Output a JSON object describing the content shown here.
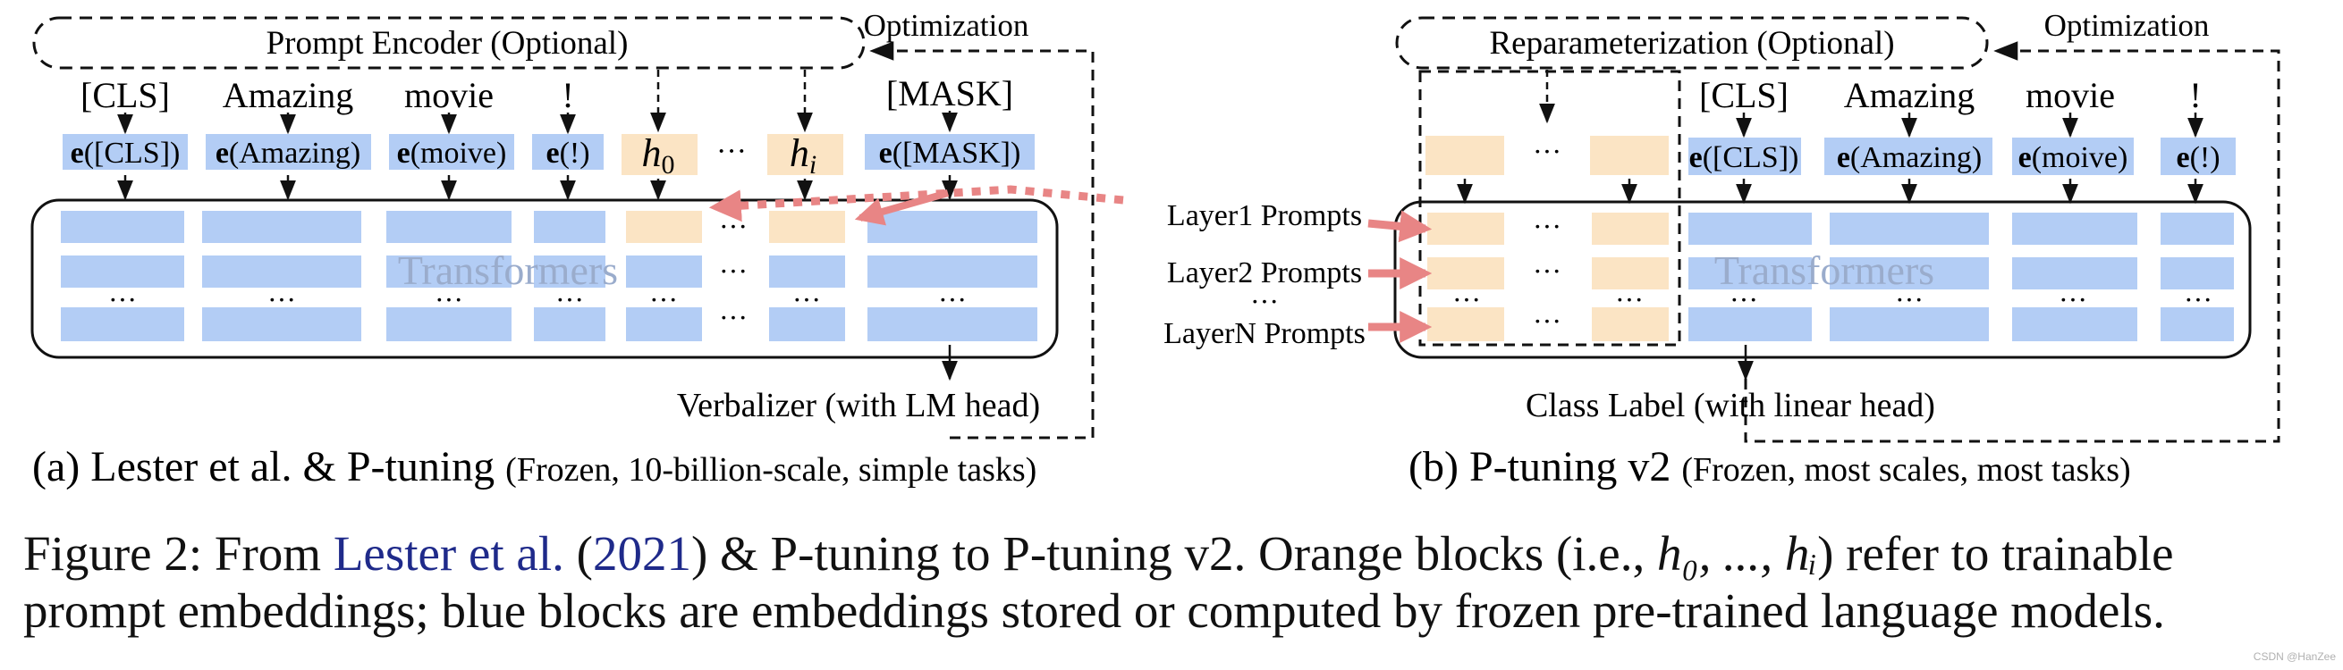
{
  "colors": {
    "blue_block": "#b3cdf5",
    "orange_block": "#fbe4c4",
    "arrow_red": "#e88585",
    "transformers_text": "#9aaccc",
    "link_blue": "#1f2a8a"
  },
  "panel_a": {
    "encoder_label": "Prompt Encoder (Optional)",
    "optimization": "Optimization",
    "tokens": [
      "[CLS]",
      "Amazing",
      "movie",
      "!",
      "[MASK]"
    ],
    "embeddings": [
      "([CLS])",
      "(Amazing)",
      "(moive)",
      "(!)",
      "([MASK])"
    ],
    "embedding_prefix": "e",
    "prompt_h0": "h",
    "prompt_h0_sub": "0",
    "prompt_hi": "h",
    "prompt_hi_sub": "i",
    "ellipsis": "···",
    "transformers": "Transformers",
    "verbalizer": "Verbalizer (with LM head)",
    "title": "(a) Lester et al. & P-tuning",
    "title_note": "(Frozen, 10-billion-scale, simple tasks)"
  },
  "panel_b": {
    "reparam_label": "Reparameterization (Optional)",
    "optimization": "Optimization",
    "tokens": [
      "[CLS]",
      "Amazing",
      "movie",
      "!"
    ],
    "embeddings": [
      "([CLS])",
      "(Amazing)",
      "(moive)",
      "(!)"
    ],
    "embedding_prefix": "e",
    "layer_labels": [
      "Layer1 Prompts",
      "Layer2 Prompts",
      "LayerN Prompts"
    ],
    "layer_dots": "···",
    "transformers": "Transformers",
    "class_label": "Class Label (with linear head)",
    "title": "(b) P-tuning v2",
    "title_note": "(Frozen, most scales, most tasks)"
  },
  "caption": {
    "line1_a": "Figure 2: From ",
    "line1_link1": "Lester et al.",
    "line1_b": " (",
    "line1_link2": "2021",
    "line1_c": ") & P-tuning to P-tuning v2. Orange blocks (i.e., ",
    "line1_math": "h₀, ..., hᵢ",
    "line1_d": ") refer to trainable",
    "line2": "prompt embeddings; blue blocks are embeddings stored or computed by frozen pre-trained language models."
  },
  "watermark": "CSDN @HanZee"
}
